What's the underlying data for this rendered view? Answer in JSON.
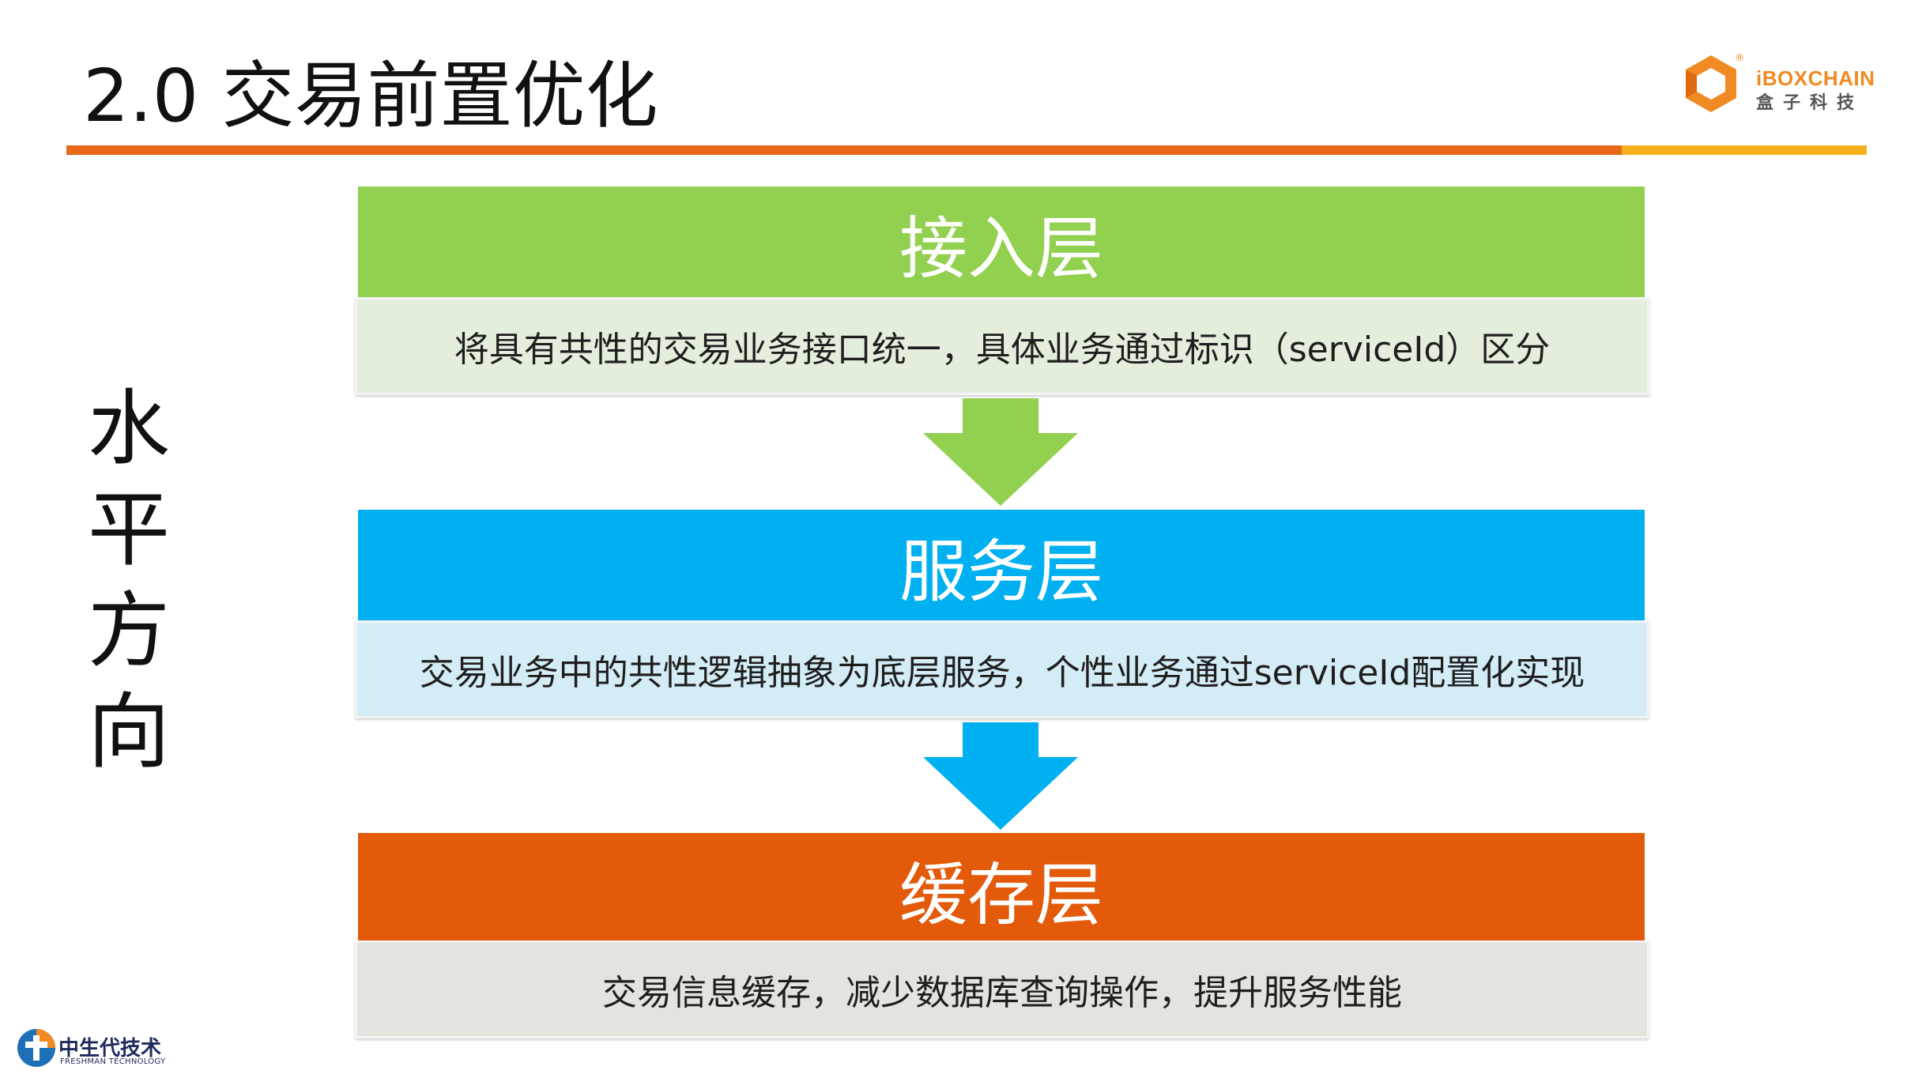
{
  "header": {
    "title": "2.0  交易前置优化",
    "brand_name_en": "iBOXCHAIN",
    "brand_name_cn": "盒子科技",
    "brand_mark": "®"
  },
  "side_label": {
    "chars": [
      "水",
      "平",
      "方",
      "向"
    ]
  },
  "layers": [
    {
      "title": "接入层",
      "description": "将具有共性的交易业务接口统一，具体业务通过标识（serviceId）区分",
      "color": "#92d050"
    },
    {
      "title": "服务层",
      "description": "交易业务中的共性逻辑抽象为底层服务，个性业务通过serviceId配置化实现",
      "color": "#00b0f0"
    },
    {
      "title": "缓存层",
      "description": "交易信息缓存，减少数据库查询操作，提升服务性能",
      "color": "#e35a0b"
    }
  ],
  "arrows": [
    {
      "color": "#92d050"
    },
    {
      "color": "#00b0f0"
    }
  ],
  "footer": {
    "logo_cn": "中生代技术",
    "logo_en": "FRESHMAN TECHNOLOGY"
  },
  "theme": {
    "accent_orange": "#e8681a",
    "accent_yellow": "#f5b21e"
  }
}
